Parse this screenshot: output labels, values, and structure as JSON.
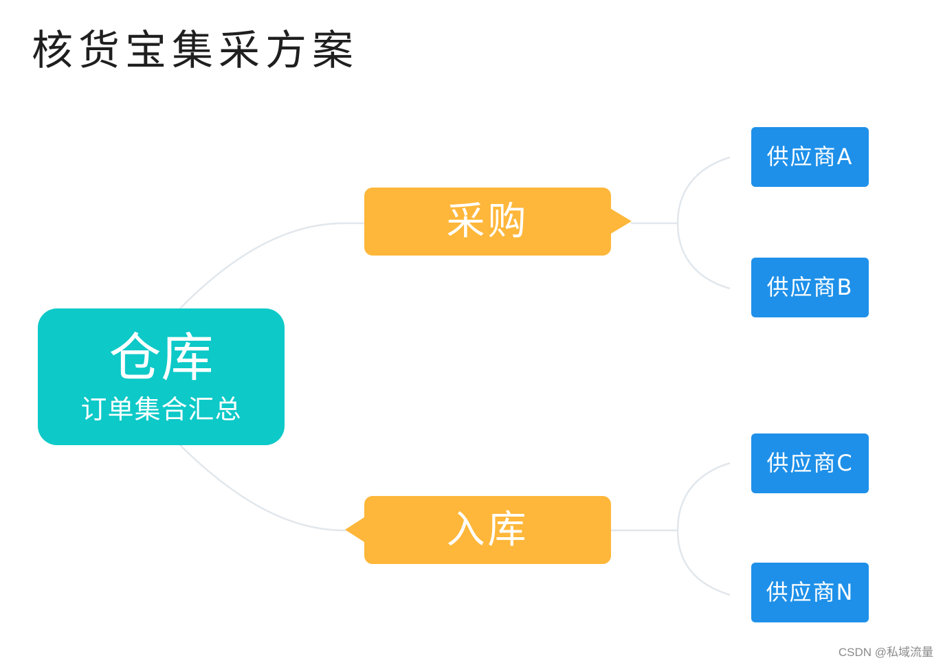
{
  "title": "核货宝集采方案",
  "warehouse": {
    "label": "仓库",
    "sublabel": "订单集合汇总"
  },
  "steps": {
    "purchase": "采购",
    "stock_in": "入库"
  },
  "suppliers": [
    "供应商A",
    "供应商B",
    "供应商C",
    "供应商N"
  ],
  "watermark": "CSDN @私域流量",
  "colors": {
    "warehouse": "#0dc9c8",
    "step": "#feb73a",
    "supplier": "#1e90e9",
    "connector": "#e1e7ec",
    "title": "#1f1f1f"
  }
}
